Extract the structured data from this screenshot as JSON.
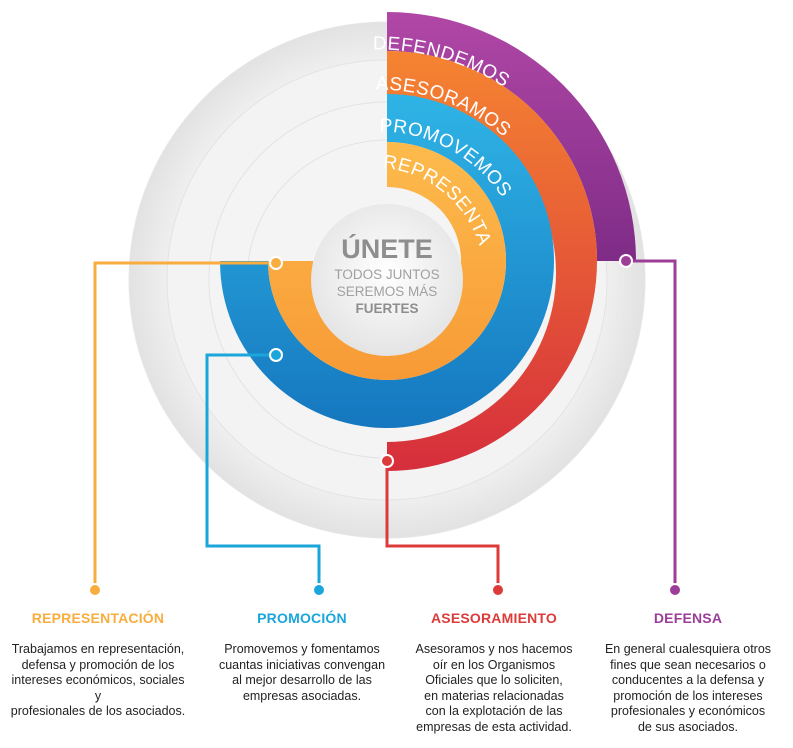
{
  "colors": {
    "representacion": "#f9ad3f",
    "promocion": "#1aa6db",
    "asesoramiento": "#dd3a3a",
    "asesoramiento_light": "#f07535",
    "defensa": "#9c3e97"
  },
  "rings": {
    "defendemos": "DEFENDEMOS",
    "asesoramos": "ASESORAMOS",
    "promovemos": "PROMOVEMOS",
    "representamos": "REPRESENTAMOS"
  },
  "center": {
    "title": "ÚNETE",
    "line1": "TODOS JUNTOS",
    "line2": "SEREMOS MÁS",
    "line3": "FUERTES"
  },
  "columns": {
    "representacion": {
      "title": "REPRESENTACIÓN",
      "lines": [
        "Trabajamos en representación,",
        "defensa y promoción de los",
        "intereses económicos, sociales y",
        "profesionales de los asociados."
      ]
    },
    "promocion": {
      "title": "PROMOCIÓN",
      "lines": [
        "Promovemos y fomentamos",
        "cuantas iniciativas convengan",
        "al mejor desarrollo de las",
        "empresas asociadas."
      ]
    },
    "asesoramiento": {
      "title": "ASESORAMIENTO",
      "lines": [
        "Asesoramos y nos hacemos",
        "oír en los Organismos",
        "Oficiales que lo soliciten,",
        "en materias relacionadas",
        "con la explotación de las",
        "empresas de esta actividad."
      ]
    },
    "defensa": {
      "title": "DEFENSA",
      "lines": [
        "En general cualesquiera otros",
        "fines que sean necesarios o",
        "conducentes a la defensa y",
        "promoción de los intereses",
        "profesionales y económicos",
        "de sus asociados."
      ]
    }
  }
}
